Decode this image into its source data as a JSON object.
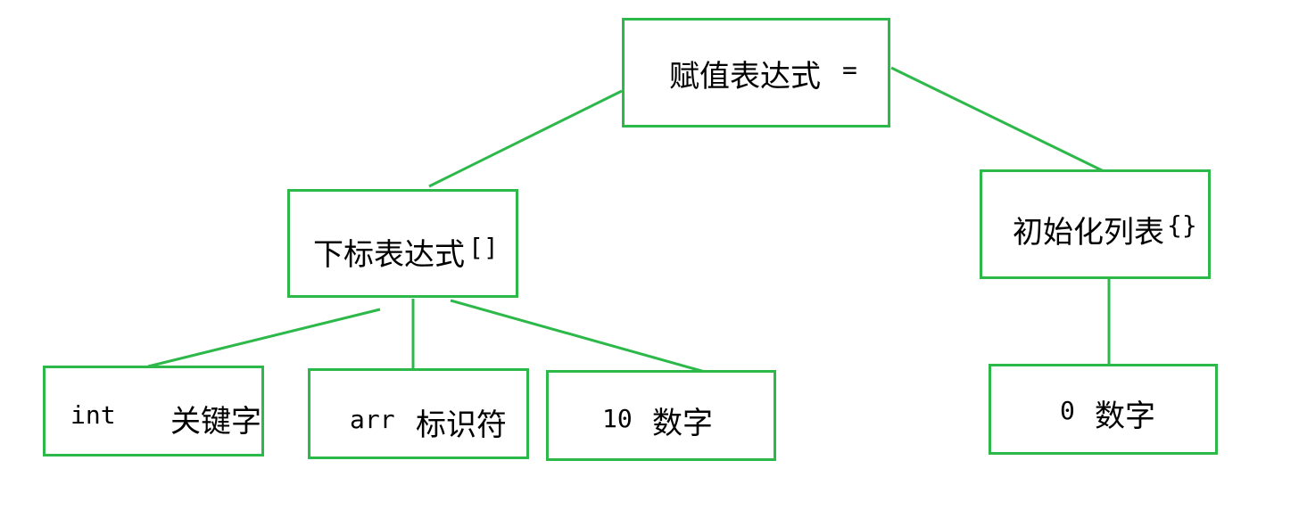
{
  "edge_color": "#2db84a",
  "nodes": {
    "root": {
      "name": "赋值表达式",
      "symbol": "="
    },
    "subscript": {
      "name": "下标表达式",
      "symbol": "[]"
    },
    "init_list": {
      "name": "初始化列表",
      "symbol": "{}"
    },
    "int_node": {
      "token": "int",
      "kind": "关键字"
    },
    "arr_node": {
      "token": "arr",
      "kind": "标识符"
    },
    "ten_node": {
      "token": "10",
      "kind": "数字"
    },
    "zero_node": {
      "token": "0",
      "kind": "数字"
    }
  }
}
